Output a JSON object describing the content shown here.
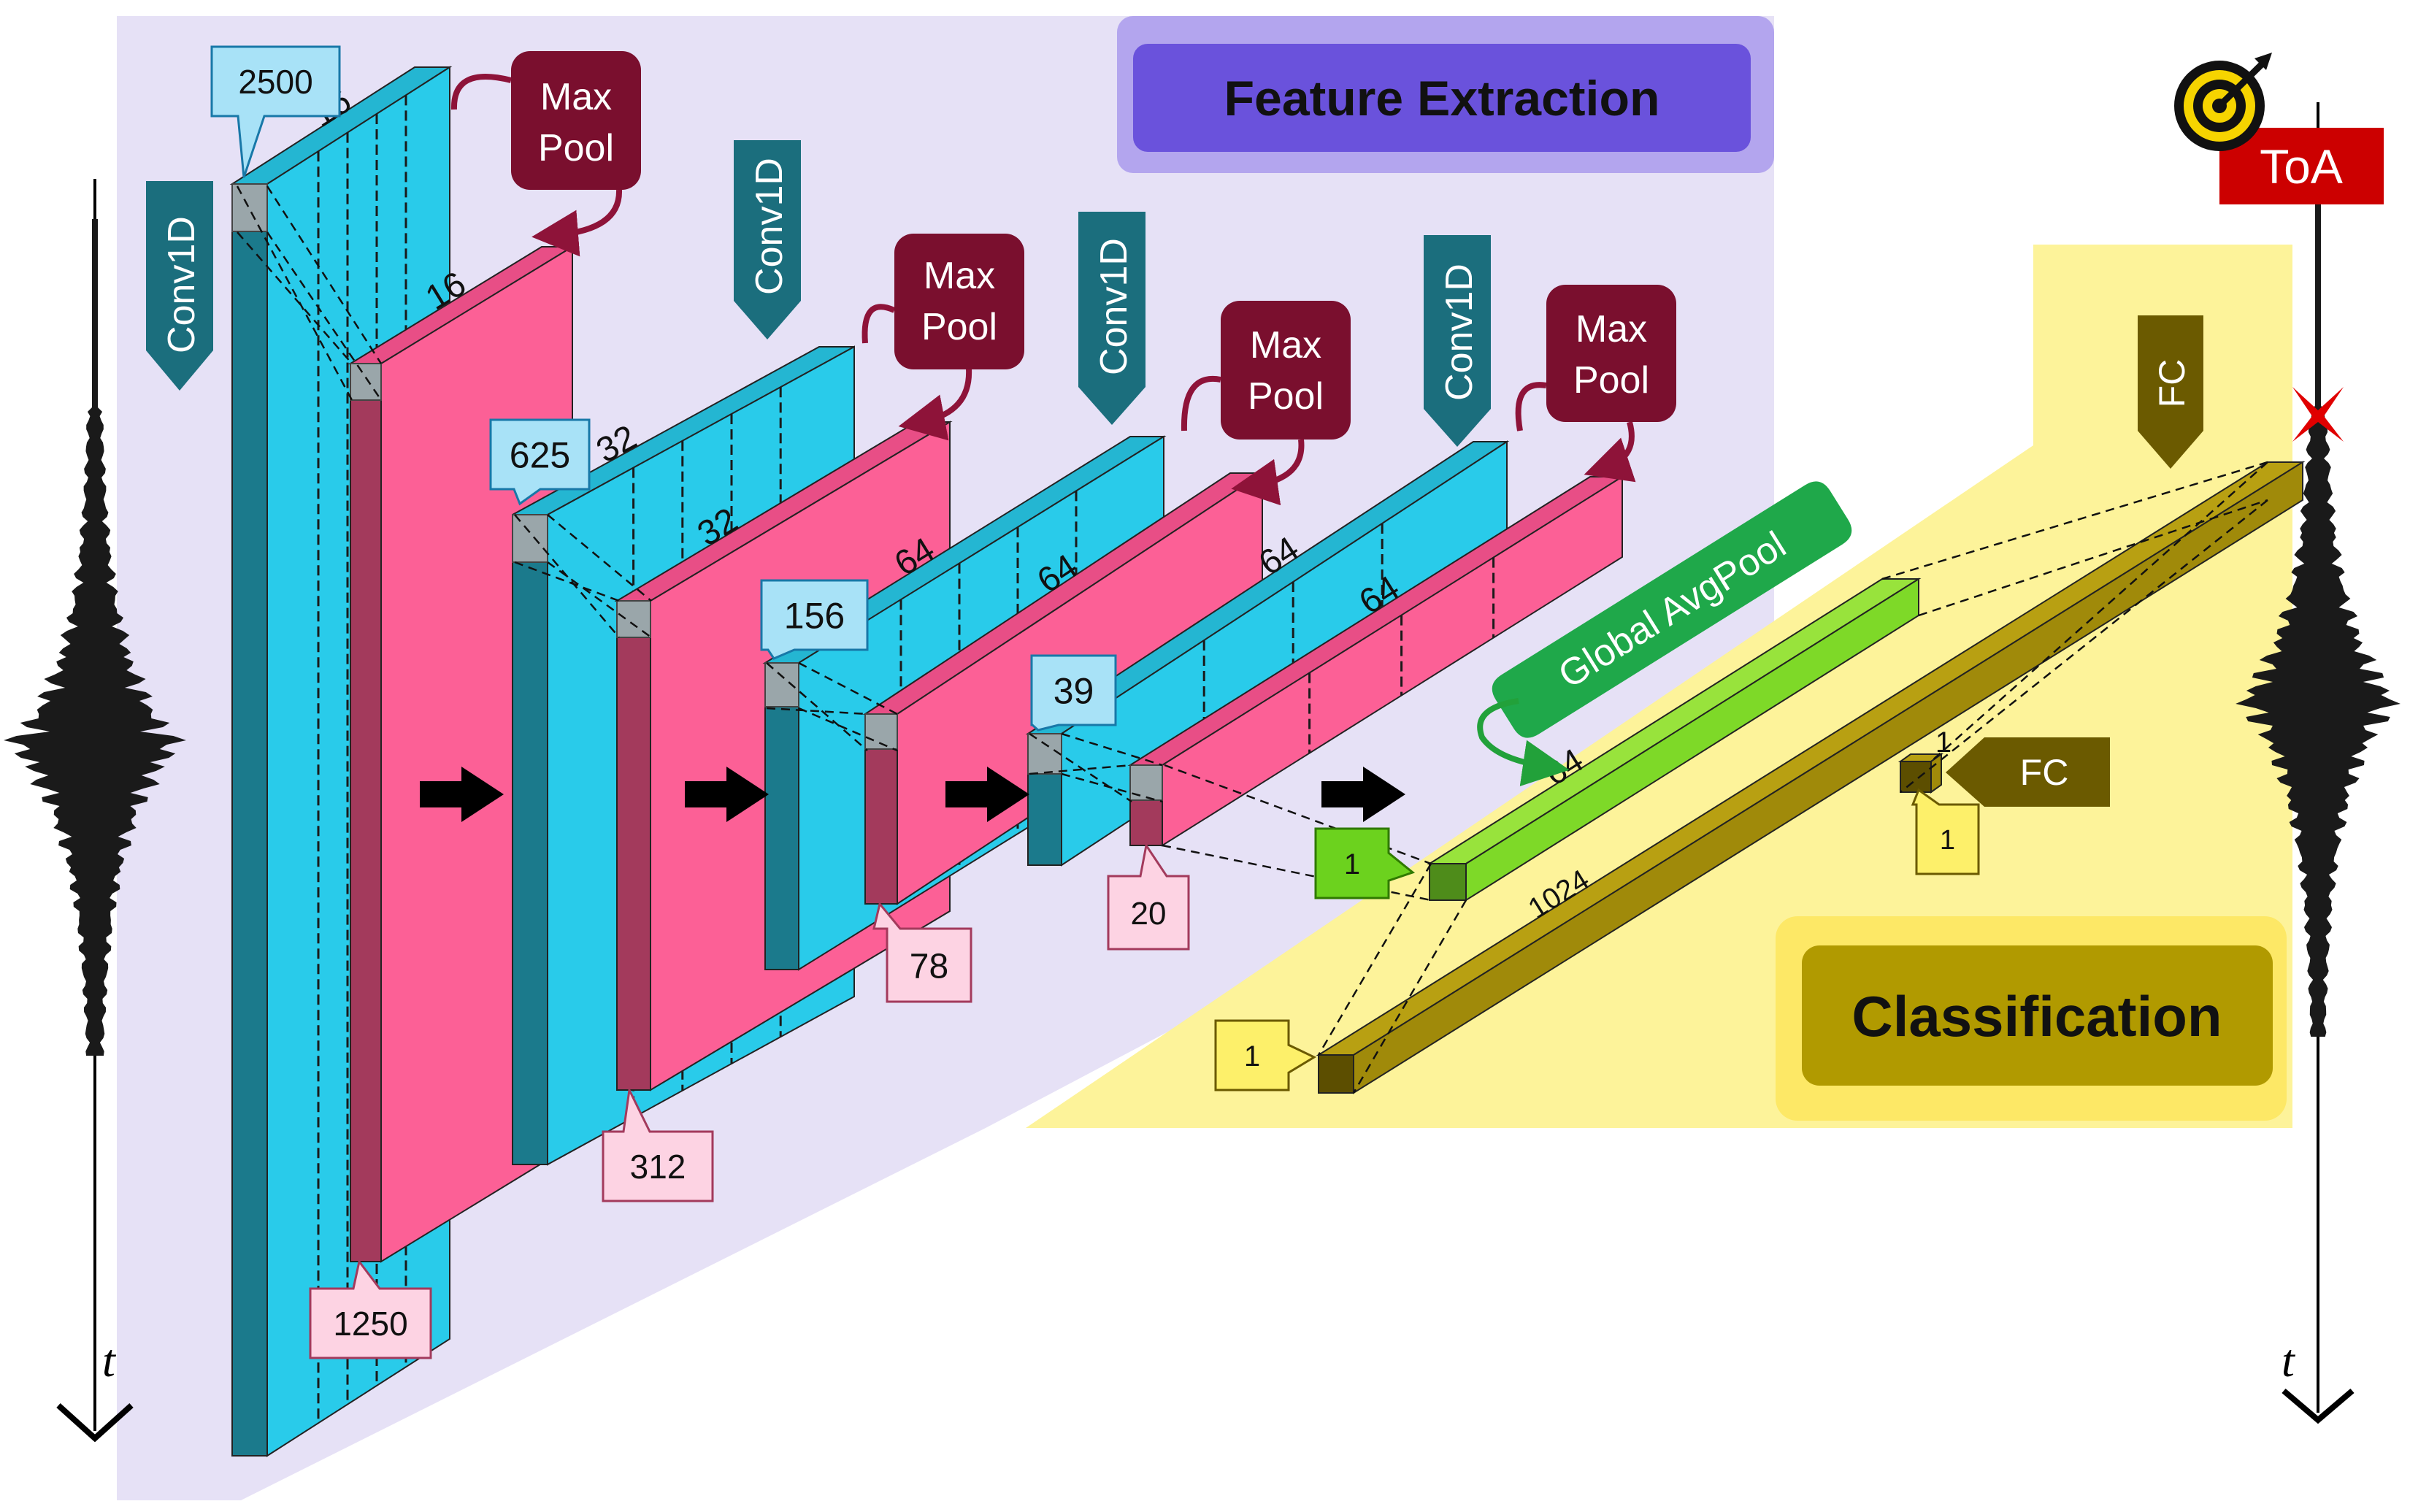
{
  "sections": {
    "feature_extraction": "Feature Extraction",
    "classification": "Classification"
  },
  "layers": {
    "conv1d": "Conv1D",
    "maxpool_line1": "Max",
    "maxpool_line2": "Pool",
    "global_avgpool": "Global AvgPool",
    "fc": "FC"
  },
  "output": {
    "label": "ToA",
    "time_axis": "t"
  },
  "block1": {
    "length": "2500",
    "channels": "16",
    "pool_length": "1250",
    "pool_channels": "16"
  },
  "block2": {
    "length": "625",
    "channels": "32",
    "pool_length": "312",
    "pool_channels": "32"
  },
  "block3": {
    "length": "156",
    "channels": "64",
    "pool_length": "78",
    "pool_channels": "64"
  },
  "block4": {
    "length": "39",
    "channels": "64",
    "pool_length": "20",
    "pool_channels": "64"
  },
  "classifier": {
    "gap_length": "1",
    "gap_channels": "64",
    "fc1_length": "1",
    "fc1_units": "1024",
    "fc2_length": "1",
    "fc2_units": "1"
  },
  "colors": {
    "conv_front": "#1b7a8c",
    "conv_face": "#29cbea",
    "pool_front": "#a33a5c",
    "pool_face": "#fc6096",
    "maxpool_box": "#7a0f2e",
    "feature_bg": "#e6e1f6",
    "feature_banner": "#6a52dc",
    "classification_bg": "#fdf39a",
    "classification_banner": "#b19a00",
    "gap_green": "#7ed928",
    "fc_olive": "#a08a0a",
    "toa_red": "#cc0000"
  }
}
